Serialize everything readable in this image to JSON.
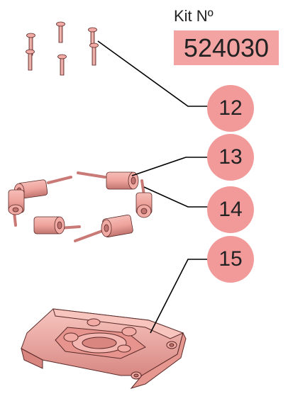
{
  "kit": {
    "label": "Kit Nº",
    "number": "524030"
  },
  "callouts": [
    {
      "id": "12",
      "text": "12"
    },
    {
      "id": "13",
      "text": "13"
    },
    {
      "id": "14",
      "text": "14"
    },
    {
      "id": "15",
      "text": "15"
    }
  ],
  "colors": {
    "part_fill": "#f2aaa4",
    "part_shade": "#d98580",
    "part_outline": "#5a2a28",
    "callout_fill": "#f29a9a",
    "kit_box_fill": "#f4a3a3",
    "leader_line": "#000000"
  }
}
